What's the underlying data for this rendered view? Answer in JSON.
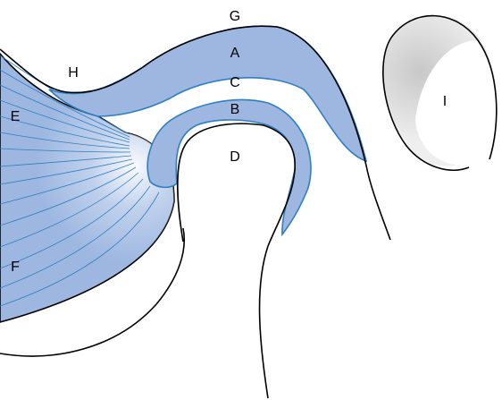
{
  "labels": {
    "A": "A",
    "B": "B",
    "C": "C",
    "D": "D",
    "E": "E",
    "F": "F",
    "G": "G",
    "H": "H",
    "I": "I"
  },
  "colors": {
    "fill_blue": "#9db7e1",
    "line_blue": "#2f7fc1",
    "outline": "#000000",
    "highlight": "#ffffff",
    "inner_gray": "#d9d9d9"
  }
}
